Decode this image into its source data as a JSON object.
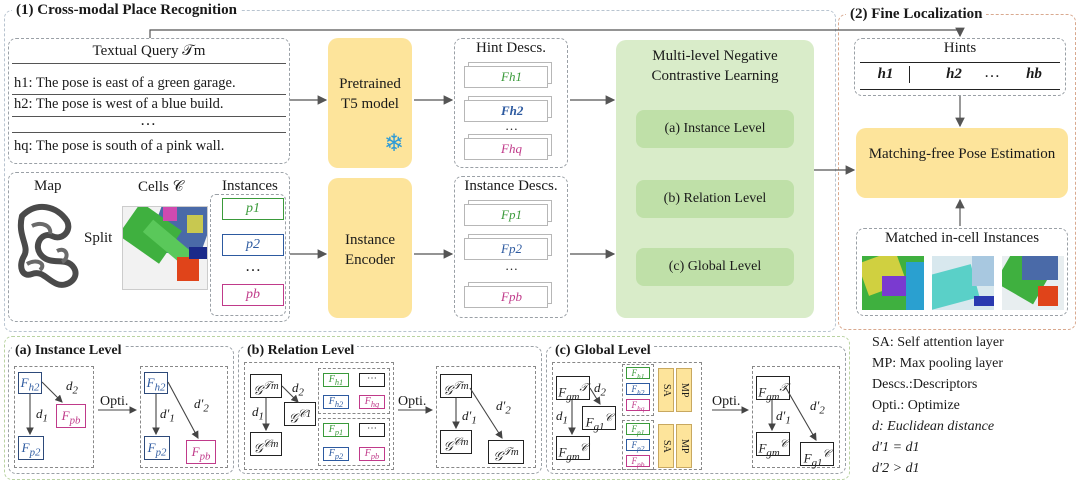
{
  "titles": {
    "cross_modal": "(1) Cross-modal Place Recognition",
    "fine_loc": "(2) Fine Localization"
  },
  "query": {
    "title": "Textual Query 𝒯m",
    "h1": "h1: The pose is east of a green garage.",
    "h2": "h2: The pose is west of a blue build.",
    "dots": "…",
    "hq": "hq: The pose is south of a pink wall."
  },
  "t5": {
    "label": "Pretrained T5 model",
    "icon": "snowflake-icon"
  },
  "hint_descs": {
    "title": "Hint Descs.",
    "items": [
      "Fh1",
      "Fh2",
      "…",
      "Fhq"
    ]
  },
  "map": {
    "map_label": "Map",
    "split_label": "Split",
    "cells_label": "Cells 𝒞",
    "instances_label": "Instances",
    "instances": [
      "p1",
      "p2",
      "…",
      "pb"
    ]
  },
  "encoder": {
    "label": "Instance Encoder"
  },
  "instance_descs": {
    "title": "Instance Descs.",
    "items": [
      "Fp1",
      "Fp2",
      "…",
      "Fpb"
    ]
  },
  "contrastive": {
    "title": "Multi-level Negative Contrastive Learning",
    "levels": [
      "(a) Instance Level",
      "(b) Relation Level",
      "(c) Global Level"
    ]
  },
  "hints": {
    "title": "Hints",
    "items": [
      "h1",
      "h2",
      "…",
      "hb"
    ]
  },
  "pose": {
    "label": "Matching-free Pose Estimation"
  },
  "matched": {
    "title": "Matched in-cell Instances"
  },
  "panels": {
    "instance": "(a) Instance Level",
    "relation": "(b) Relation Level",
    "global": "(c) Global Level",
    "opti": "Opti."
  },
  "legend": [
    "SA: Self attention layer",
    "MP: Max pooling layer",
    "Descs.:Descriptors",
    "Opti.: Optimize",
    "d: Euclidean distance",
    "d′1 = d1",
    "d′2 > d1"
  ],
  "colors": {
    "green": "#3a9a3a",
    "blue": "#2d5aa0",
    "pink": "#c03a8a",
    "yellow": "#fde49b",
    "contrastive_bg": "#d9ecc9",
    "snowflake": "#2e9bd6"
  }
}
